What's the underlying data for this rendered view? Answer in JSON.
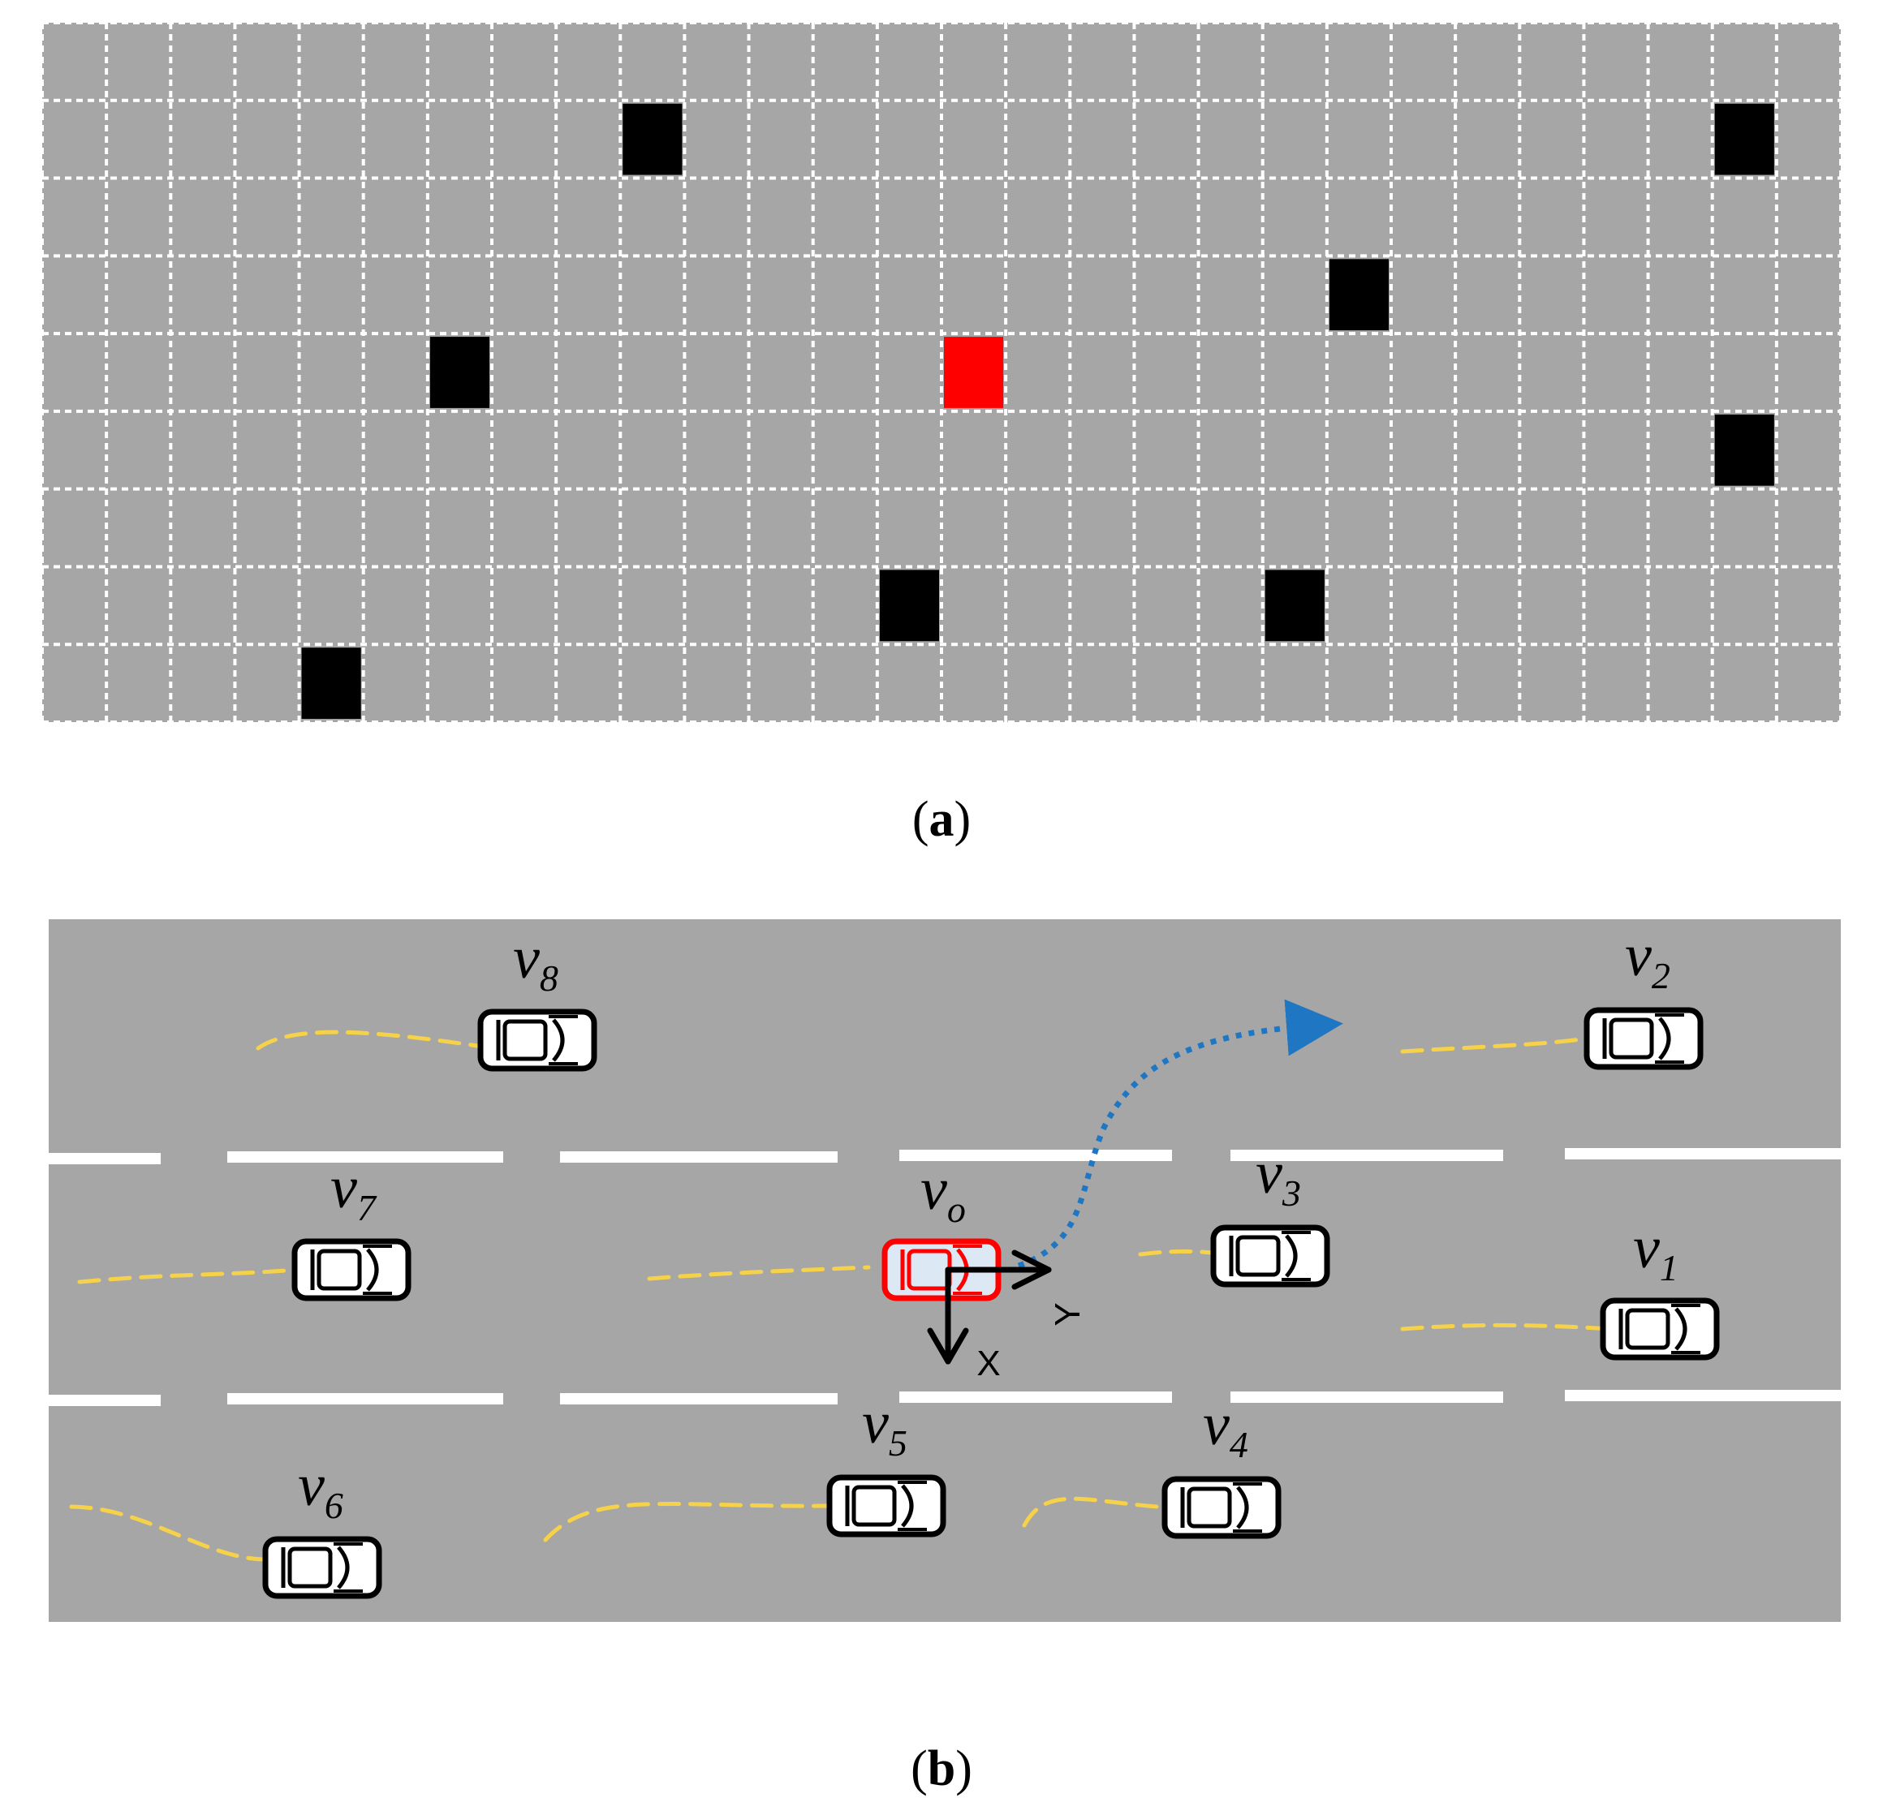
{
  "panel_a": {
    "caption_open": "(",
    "caption_letter": "a",
    "caption_close": ")",
    "grid_cols": 28,
    "grid_rows": 9,
    "colors": {
      "road": "#a6a6a6",
      "grid_line": "#ffffff",
      "occupied": "#000000",
      "ego": "#ff0000"
    },
    "occupied_cells": [
      {
        "col": 9,
        "row": 1
      },
      {
        "col": 26,
        "row": 1
      },
      {
        "col": 20,
        "row": 3
      },
      {
        "col": 6,
        "row": 4
      },
      {
        "col": 26,
        "row": 5
      },
      {
        "col": 13,
        "row": 7
      },
      {
        "col": 19,
        "row": 7
      },
      {
        "col": 4,
        "row": 8
      }
    ],
    "ego_cell": {
      "col": 14,
      "row": 4
    }
  },
  "panel_b": {
    "caption_open": "(",
    "caption_letter": "b",
    "caption_close": ")",
    "colors": {
      "road": "#a6a6a6",
      "lane_marking": "#ffffff",
      "trajectory": "#f5d24a",
      "planned_path": "#1f77c4",
      "ego": "#ff0000",
      "vehicle": "#000000"
    },
    "ego": {
      "label": "v",
      "subscript": "o"
    },
    "vehicles": [
      {
        "label": "v",
        "subscript": "1"
      },
      {
        "label": "v",
        "subscript": "2"
      },
      {
        "label": "v",
        "subscript": "3"
      },
      {
        "label": "v",
        "subscript": "4"
      },
      {
        "label": "v",
        "subscript": "5"
      },
      {
        "label": "v",
        "subscript": "6"
      },
      {
        "label": "v",
        "subscript": "7"
      },
      {
        "label": "v",
        "subscript": "8"
      }
    ],
    "axes": {
      "x_label": "X",
      "y_label": "Y"
    }
  }
}
